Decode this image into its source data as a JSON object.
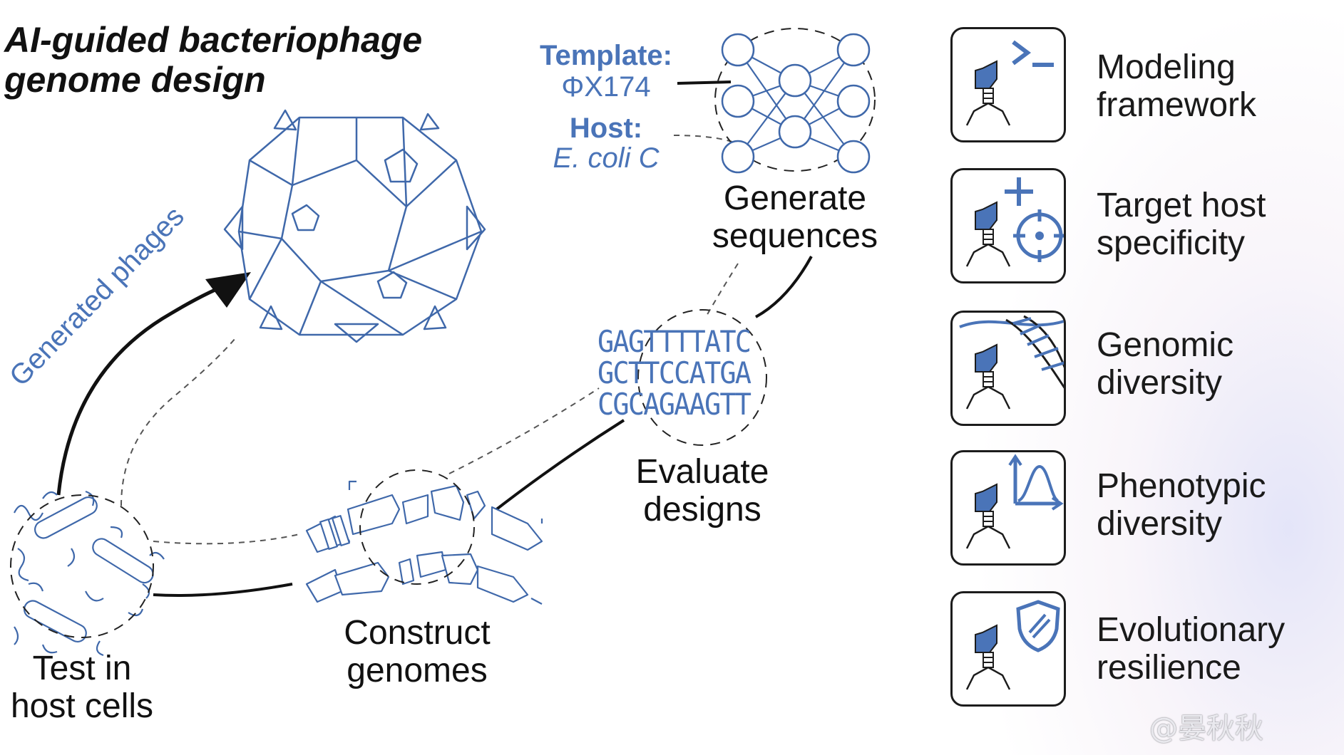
{
  "title": {
    "line1": "AI-guided bacteriophage",
    "line2": "genome design"
  },
  "template_label": "Template:",
  "template_value": "ΦX174",
  "host_label": "Host:",
  "host_value": "E. coli C",
  "cycle_labels": {
    "generate_1": "Generate",
    "generate_2": "sequences",
    "evaluate_1": "Evaluate",
    "evaluate_2": "designs",
    "construct_1": "Construct",
    "construct_2": "genomes",
    "test_1": "Test in",
    "test_2": "host cells",
    "generated_phages": "Generated phages"
  },
  "sequences": [
    "GAGTTTTATC",
    "GCTTCCATGA",
    "CGCAGAAGTT"
  ],
  "features": [
    {
      "line1": "Modeling",
      "line2": "framework",
      "icon": "prompt-icon"
    },
    {
      "line1": "Target host",
      "line2": "specificity",
      "icon": "plus-target-icon"
    },
    {
      "line1": "Genomic",
      "line2": "diversity",
      "icon": "dna-icon"
    },
    {
      "line1": "Phenotypic",
      "line2": "diversity",
      "icon": "distribution-chart-icon"
    },
    {
      "line1": "Evolutionary",
      "line2": "resilience",
      "icon": "shield-icon"
    }
  ],
  "watermark": "@晏秋秋",
  "colors": {
    "accent": "#4a74b8",
    "ink": "#1c1c1c"
  }
}
